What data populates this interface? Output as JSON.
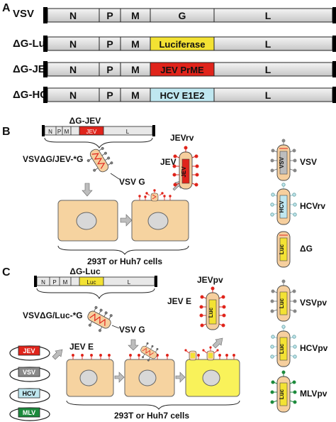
{
  "panels": {
    "a": "A",
    "b": "B",
    "c": "C"
  },
  "panel_a": {
    "constructs": [
      {
        "label": "VSV",
        "segments": [
          "N",
          "P",
          "M",
          "G",
          "L"
        ],
        "insert_color": "#e8e8e8"
      },
      {
        "label": "ΔG-Luc",
        "segments": [
          "N",
          "P",
          "M",
          "Luciferase",
          "L"
        ],
        "insert_color": "#f3e233"
      },
      {
        "label": "ΔG-JEV",
        "segments": [
          "N",
          "P",
          "M",
          "JEV PrME",
          "L"
        ],
        "insert_color": "#e0241b"
      },
      {
        "label": "ΔG-HCV",
        "segments": [
          "N",
          "P",
          "M",
          "HCV E1E2",
          "L"
        ],
        "insert_color": "#bfe7f0"
      }
    ]
  },
  "panel_b": {
    "genome_title": "ΔG-JEV",
    "genome_segments": [
      "N",
      "P",
      "M",
      "JEV",
      "L"
    ],
    "virus_label": "VSVΔG/JEV-*G",
    "vsv_g_label": "VSV G",
    "jev_e_label": "JEV E",
    "product_label": "JEVrv",
    "product_core": "JEV",
    "cells_label": "293T or Huh7 cells",
    "legend": [
      {
        "label": "VSV",
        "core": "VSV"
      },
      {
        "label": "HCVrv",
        "core": "HCV"
      },
      {
        "label": "ΔG",
        "core": "Luc"
      }
    ]
  },
  "panel_c": {
    "genome_title": "ΔG-Luc",
    "genome_segments": [
      "N",
      "P",
      "M",
      "Luc",
      "L"
    ],
    "virus_label": "VSVΔG/Luc-*G",
    "vsv_g_label": "VSV G",
    "jev_e_label_left": "JEV E",
    "jev_e_label_right": "JEV E",
    "product_label": "JEVpv",
    "product_core": "Luc",
    "plasmids": [
      {
        "label": "JEV",
        "color": "#e0241b"
      },
      {
        "label": "VSV",
        "color": "#8a8a8a"
      },
      {
        "label": "HCV",
        "color": "#bfe7f0"
      },
      {
        "label": "MLV",
        "color": "#1c8a3c"
      }
    ],
    "cells_label": "293T or Huh7 cells",
    "legend": [
      {
        "label": "VSVpv",
        "core": "Luc"
      },
      {
        "label": "HCVpv",
        "core": "Luc"
      },
      {
        "label": "MLVpv",
        "core": "Luc"
      }
    ]
  },
  "colors": {
    "virion": "#f6cf9e",
    "cell": "#f6d3a0",
    "cell_yellow": "#f9f25a",
    "nucleus": "#d8d8d8",
    "jev_red": "#e0241b",
    "luc_yellow": "#f3e233",
    "hcv_cyan": "#bfe7f0",
    "vsv_gray": "#8a8a8a",
    "mlv_green": "#1c8a3c"
  }
}
